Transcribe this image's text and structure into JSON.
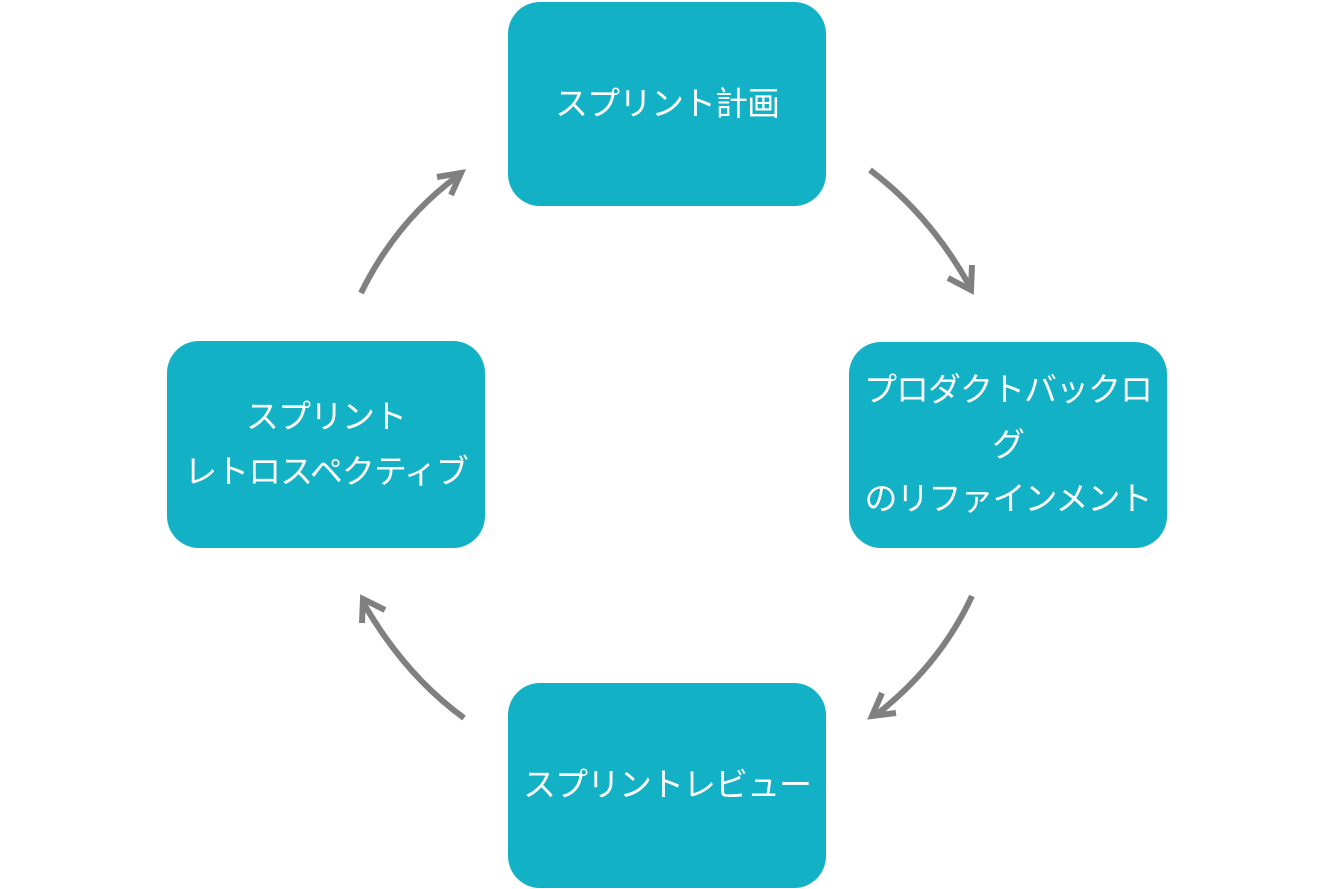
{
  "diagram": {
    "node_color": "#13b1c5",
    "arrow_color": "#808080",
    "text_color": "#ffffff",
    "nodes": {
      "top": {
        "label": "スプリント計画"
      },
      "right": {
        "label": "プロダクトバックログ\nのリファインメント"
      },
      "bottom": {
        "label": "スプリントレビュー"
      },
      "left": {
        "label": "スプリント\nレトロスペクティブ"
      }
    },
    "edges": [
      {
        "from": "top",
        "to": "right"
      },
      {
        "from": "right",
        "to": "bottom"
      },
      {
        "from": "bottom",
        "to": "left"
      },
      {
        "from": "left",
        "to": "top"
      }
    ]
  }
}
